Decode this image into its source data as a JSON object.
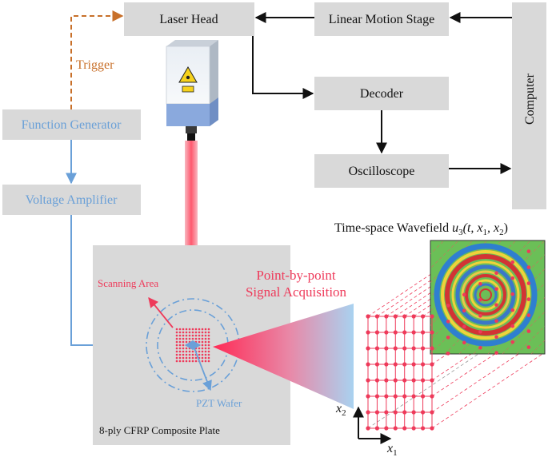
{
  "labels": {
    "laser_head": "Laser Head",
    "linear_motion_stage": "Linear Motion Stage",
    "computer": "Computer",
    "decoder": "Decoder",
    "oscilloscope": "Oscilloscope",
    "function_generator": "Function Generator",
    "voltage_amplifier": "Voltage Amplifier",
    "trigger": "Trigger",
    "scanning_area": "Scanning Area",
    "pzt_wafer": "PZT Wafer",
    "plate": "8-ply CFRP Composite Plate",
    "acq_line1": "Point-by-point",
    "acq_line2": "Signal Acquisition",
    "wavefield_title_prefix": "Time-space Wavefield ",
    "wavefield_u": "u",
    "wavefield_u_sub": "3",
    "wavefield_args_open": "(t, x",
    "wavefield_x1_sub": "1",
    "wavefield_comma": ", x",
    "wavefield_x2_sub": "2",
    "wavefield_close": ")",
    "axis_x1": "x",
    "axis_x1_sub": "1",
    "axis_x2": "x",
    "axis_x2_sub": "2"
  },
  "colors": {
    "box_fill": "#d9d9d9",
    "blue": "#6aa0d8",
    "red": "#ee3a5a",
    "trigger": "#c8702a",
    "arrow": "#111111"
  }
}
